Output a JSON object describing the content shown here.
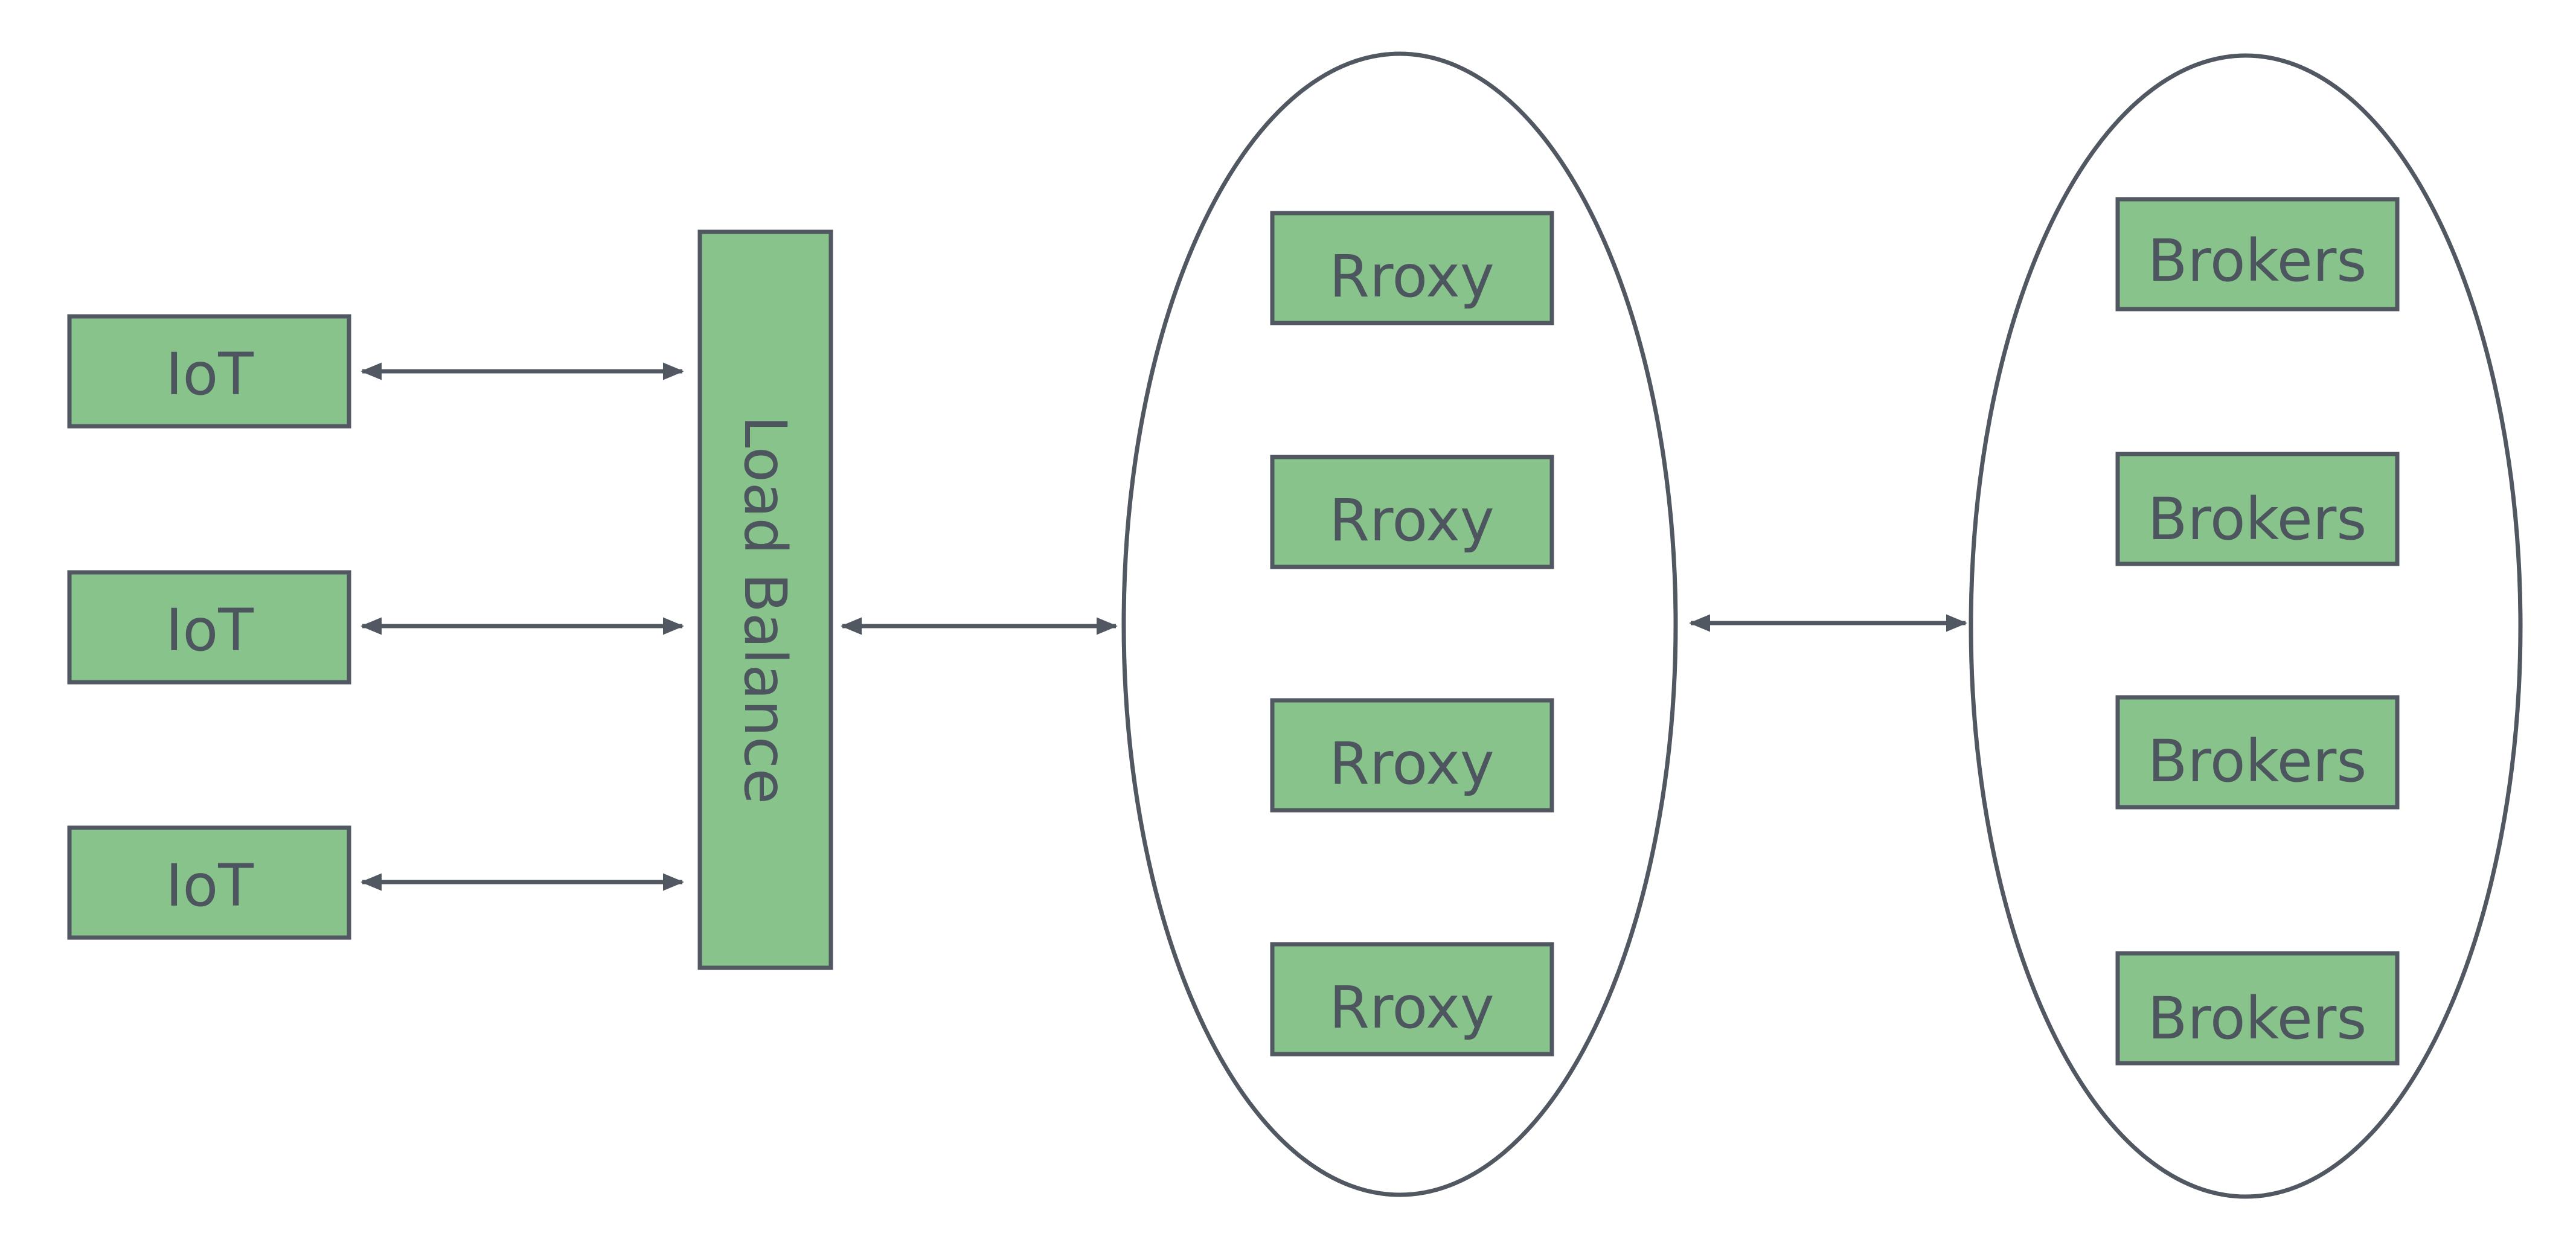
{
  "diagram": {
    "iot_devices": [
      {
        "label": "IoT"
      },
      {
        "label": "IoT"
      },
      {
        "label": "IoT"
      }
    ],
    "load_balancer": {
      "label": "Load Balance"
    },
    "proxies": [
      {
        "label": "Rroxy"
      },
      {
        "label": "Rroxy"
      },
      {
        "label": "Rroxy"
      },
      {
        "label": "Rroxy"
      }
    ],
    "brokers": [
      {
        "label": "Brokers"
      },
      {
        "label": "Brokers"
      },
      {
        "label": "Brokers"
      },
      {
        "label": "Brokers"
      }
    ],
    "colors": {
      "box_fill": "#87c38a",
      "stroke": "#515861",
      "text": "#4d555f",
      "background": "#ffffff"
    }
  }
}
